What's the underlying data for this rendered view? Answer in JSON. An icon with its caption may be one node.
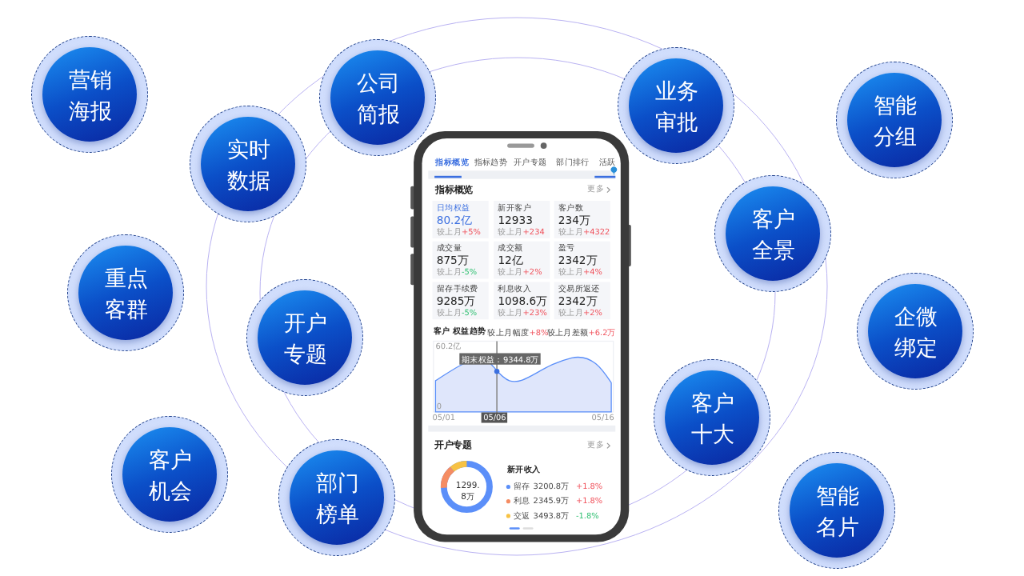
{
  "diagram": {
    "nodes": [
      {
        "text": [
          "营销海报"
        ]
      },
      {
        "text": [
          "公司简报"
        ]
      },
      {
        "text": [
          "业务审批"
        ]
      },
      {
        "text": [
          "智能分组"
        ]
      },
      {
        "text": [
          "实时数据"
        ]
      },
      {
        "text": [
          "客户全景"
        ]
      },
      {
        "text": [
          "重点客群"
        ]
      },
      {
        "text": [
          "企微绑定"
        ]
      },
      {
        "text": [
          "开户专题"
        ]
      },
      {
        "text": [
          "客户十大"
        ]
      },
      {
        "text": [
          "客户机会"
        ]
      },
      {
        "text": [
          "部门榜单"
        ]
      },
      {
        "text": [
          "智能名片"
        ]
      }
    ],
    "labels": [
      "指标概览",
      "指标趋势",
      "开户专题",
      "部门排行",
      "活跃",
      "指标概览",
      "更多",
      "日均权益",
      "80.2亿",
      "较上月",
      "+5%",
      "新开客户",
      "12933",
      "较上月",
      "+234",
      "客户数",
      "234万",
      "较上月",
      "+4322",
      "成交量",
      "875万",
      "较上月",
      "-5%",
      "成交额",
      "12亿",
      "较上月",
      "+2%",
      "盈亏",
      "2342万",
      "较上月",
      "+4%",
      "留存手续费",
      "9285万",
      "较上月",
      "-5%",
      "利息收入",
      "1098.6万",
      "较上月",
      "+23%",
      "交易所返还",
      "2342万",
      "较上月",
      "+2%",
      "客户 权益趋势",
      "较上月幅度",
      "+8%",
      "较上月差额",
      "+6.2万",
      "60.2亿",
      "期末权益：9344.8万",
      "0",
      "05/01",
      "05/06",
      "05/16",
      "开户专题",
      "更多",
      "1299.8万",
      "新开收入",
      "留存",
      "3200.8万",
      "+1.8%",
      "利息",
      "2345.9万",
      "+1.8%",
      "交返",
      "3493.8万",
      "-1.8%"
    ]
  }
}
